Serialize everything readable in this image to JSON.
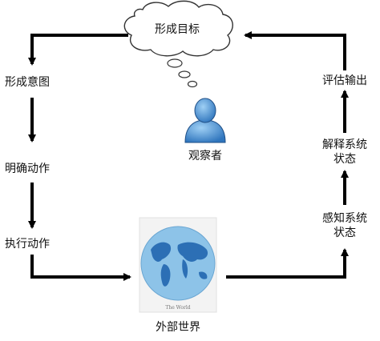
{
  "goal": "形成目标",
  "observer": "观察者",
  "world": "外部世界",
  "world_caption": "The World",
  "left_steps": [
    "形成意图",
    "明确动作",
    "执行动作"
  ],
  "right_steps": [
    {
      "line1": "评估输出",
      "line2": ""
    },
    {
      "line1": "解释系统",
      "line2": "状态"
    },
    {
      "line1": "感知系统",
      "line2": "状态"
    }
  ],
  "colors": {
    "arrow": "#000000",
    "person": "#3f86c9",
    "ocean": "#8dc3e8",
    "land": "#2c6fb5",
    "frame": "#ececec"
  },
  "icons": [
    "thought-cloud-icon",
    "person-icon",
    "world-map-icon"
  ]
}
